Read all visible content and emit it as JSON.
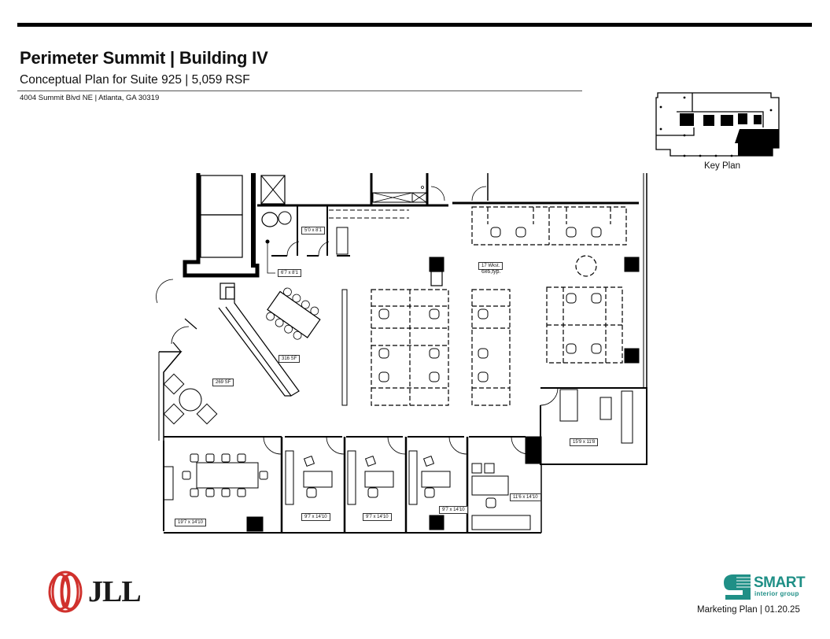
{
  "header": {
    "title": "Perimeter Summit | Building IV",
    "subtitle": "Conceptual Plan for Suite 925 | 5,059 RSF",
    "address": "4004 Summit Blvd NE | Atlanta, GA 30319"
  },
  "key_plan": {
    "label": "Key Plan"
  },
  "floor_plan": {
    "labels": {
      "closet_1": "5'0 x 8'1",
      "closet_2": "6'7 x 8'1",
      "workstations": "17 Wkst.",
      "workstation_size": "6x6,typ.",
      "break_area": "316 SF",
      "reception": "269 SF",
      "conference": "19'7 x 14'10",
      "office_1": "9'7 x 14'10",
      "office_2": "9'7 x 14'10",
      "office_3": "9'7 x 14'10",
      "office_corner": "11'6 x 14'10",
      "office_large": "15'9 x 11'8"
    }
  },
  "footer": {
    "jll_logo_text": "JLL",
    "smart_logo_text": "SMART",
    "smart_logo_sub": "interior group",
    "marketing_text": "Marketing Plan | 01.20.25"
  },
  "colors": {
    "jll_red": "#d0312d",
    "smart_teal": "#1f8f86",
    "line": "#000000"
  }
}
